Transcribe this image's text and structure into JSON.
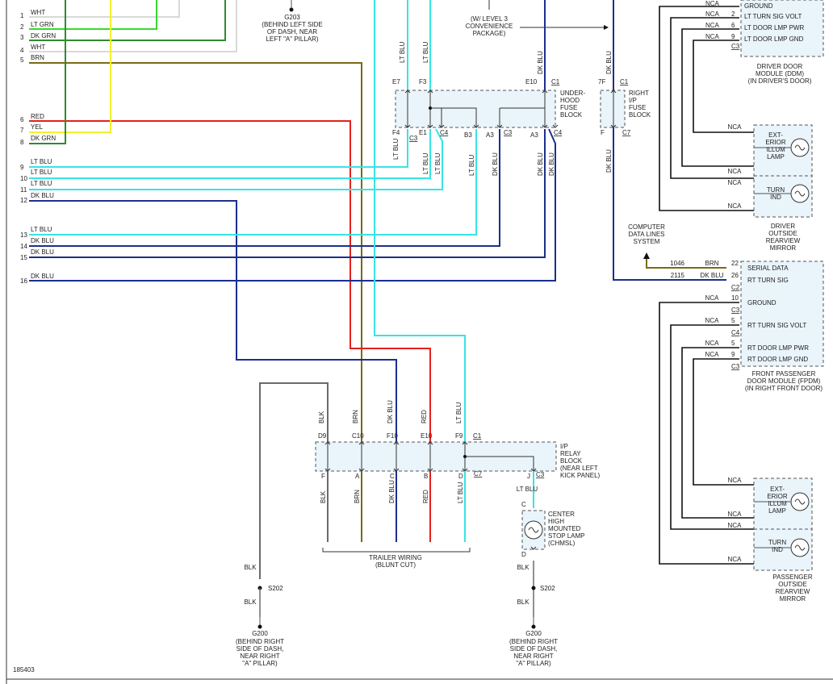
{
  "colors": {
    "WHT": "#d9d9d9",
    "LT GRN": "#39d82c",
    "DK GRN": "#2e8b2e",
    "BRN": "#7a6a16",
    "RED": "#e4201c",
    "YEL": "#f2f22a",
    "LT BLU": "#38e4e4",
    "DK BLU": "#1b2f8e",
    "BLK": "#6b6b6b",
    "NCA": "#111111"
  },
  "figure_id": "185403",
  "left_connector": {
    "pins": [
      {
        "num": "1",
        "color": "WHT"
      },
      {
        "num": "2",
        "color": "LT GRN"
      },
      {
        "num": "3",
        "color": "DK GRN"
      },
      {
        "num": "4",
        "color": "WHT"
      },
      {
        "num": "5",
        "color": "BRN"
      },
      {
        "num": "6",
        "color": "RED"
      },
      {
        "num": "7",
        "color": "YEL"
      },
      {
        "num": "8",
        "color": "DK GRN"
      },
      {
        "num": "9",
        "color": "LT BLU"
      },
      {
        "num": "10",
        "color": "LT BLU"
      },
      {
        "num": "11",
        "color": "LT BLU"
      },
      {
        "num": "12",
        "color": "DK BLU"
      },
      {
        "num": "13",
        "color": "LT BLU"
      },
      {
        "num": "14",
        "color": "DK BLU"
      },
      {
        "num": "15",
        "color": "DK BLU"
      },
      {
        "num": "16",
        "color": "DK BLU"
      }
    ]
  },
  "g203": {
    "name": "G203",
    "lines": [
      "(BEHIND LEFT SIDE",
      "OF DASH, NEAR",
      "LEFT \"A\" PILLAR)"
    ]
  },
  "note_level3": {
    "lines": [
      "(W/ LEVEL 3",
      "CONVENIENCE",
      "PACKAGE)"
    ]
  },
  "underhood": {
    "title": [
      "UNDER-",
      "HOOD",
      "FUSE",
      "BLOCK"
    ],
    "top": [
      {
        "pin": "E7",
        "wire": "LT BLU"
      },
      {
        "pin": "F3",
        "wire": "LT BLU"
      },
      {
        "pin": "E10",
        "conn": "C1",
        "wire": "DK BLU"
      }
    ],
    "bottom": [
      {
        "pin": "F4",
        "conn": "C3",
        "wire": "LT BLU"
      },
      {
        "pin": "E1",
        "conn": "C4",
        "wire": "LT BLU"
      },
      {
        "pin": "",
        "wire": "LT BLU"
      },
      {
        "pin": "B3",
        "wire": "LT BLU"
      },
      {
        "pin": "A3",
        "conn": "C3",
        "wire": "DK BLU"
      },
      {
        "pin": "A3",
        "conn": "C4",
        "wire": "DK BLU"
      },
      {
        "pin": "",
        "wire": "DK BLU"
      }
    ]
  },
  "right_ip": {
    "title": [
      "RIGHT",
      "I/P",
      "FUSE",
      "BLOCK"
    ],
    "top": {
      "pin": "7F",
      "conn": "C1",
      "wire": "DK BLU"
    },
    "bottom": {
      "pin": "F",
      "conn": "C7",
      "wire": "DK BLU"
    }
  },
  "ddm": {
    "name": [
      "DRIVER DOOR",
      "MODULE (DDM)",
      "(IN DRIVER'S DOOR)"
    ],
    "rows": [
      {
        "wire": "NCA",
        "pin": "",
        "label": "GROUND"
      },
      {
        "wire": "NCA",
        "pin": "2",
        "label": "LT TURN SIG VOLT"
      },
      {
        "wire": "NCA",
        "pin": "6",
        "label": "LT DOOR LMP PWR"
      },
      {
        "wire": "NCA",
        "pin": "9",
        "label": "LT DOOR LMP GND"
      }
    ],
    "conn": "C3"
  },
  "driver_mirror": {
    "name": [
      "DRIVER",
      "OUTSIDE",
      "REARVIEW",
      "MIRROR"
    ],
    "lamps": [
      {
        "label": [
          "EXT-",
          "ERIOR",
          "ILLUM",
          "LAMP"
        ]
      },
      {
        "label": [
          "TURN",
          "IND"
        ]
      }
    ],
    "wires": [
      "NCA",
      "NCA",
      "NCA",
      "NCA"
    ]
  },
  "cdl": {
    "lines": [
      "COMPUTER",
      "DATA LINES",
      "SYSTEM"
    ]
  },
  "fpdm": {
    "name": [
      "FRONT PASSENGER",
      "DOOR MODULE (FPDM)",
      "(IN RIGHT FRONT DOOR)"
    ],
    "rows": [
      {
        "circuit": "1046",
        "wire": "BRN",
        "pin": "22",
        "label": "SERIAL DATA",
        "conn": ""
      },
      {
        "circuit": "2115",
        "wire": "DK BLU",
        "pin": "26",
        "label": "RT TURN SIG",
        "conn": "C2"
      },
      {
        "circuit": "",
        "wire": "NCA",
        "pin": "10",
        "label": "GROUND",
        "conn": "C3"
      },
      {
        "circuit": "",
        "wire": "NCA",
        "pin": "5",
        "label": "RT TURN SIG VOLT",
        "conn": "C4"
      },
      {
        "circuit": "",
        "wire": "NCA",
        "pin": "5",
        "label": "RT DOOR LMP PWR",
        "conn": ""
      },
      {
        "circuit": "",
        "wire": "NCA",
        "pin": "9",
        "label": "RT DOOR LMP GND",
        "conn": "C3"
      }
    ]
  },
  "pass_mirror": {
    "name": [
      "PASSENGER",
      "OUTSIDE",
      "REARVIEW",
      "MIRROR"
    ],
    "lamps": [
      {
        "label": [
          "EXT-",
          "ERIOR",
          "ILLUM",
          "LAMP"
        ]
      },
      {
        "label": [
          "TURN",
          "IND"
        ]
      }
    ],
    "wires": [
      "NCA",
      "NCA",
      "NCA",
      "NCA"
    ]
  },
  "relay": {
    "title": [
      "I/P",
      "RELAY",
      "BLOCK",
      "(NEAR LEFT",
      "KICK PANEL)"
    ],
    "top": [
      {
        "pin": "D9",
        "wire": "BLK"
      },
      {
        "pin": "C10",
        "wire": "BRN"
      },
      {
        "pin": "F10",
        "wire": "DK BLU"
      },
      {
        "pin": "E10",
        "wire": "RED"
      },
      {
        "pin": "F9",
        "conn": "C1",
        "wire": "LT BLU"
      }
    ],
    "bottom": [
      {
        "pin": "F",
        "wire": "BLK"
      },
      {
        "pin": "A",
        "wire": "BRN"
      },
      {
        "pin": "C",
        "wire": "DK BLU"
      },
      {
        "pin": "B",
        "wire": "RED"
      },
      {
        "pin": "D",
        "conn": "C7",
        "wire": "LT BLU"
      },
      {
        "pin": "J",
        "conn": "C3",
        "wire": "LT BLU"
      }
    ]
  },
  "trailer": {
    "lines": [
      "TRAILER WIRING",
      "(BLUNT CUT)"
    ]
  },
  "chmsl": {
    "lines": [
      "CENTER",
      "HIGH",
      "MOUNTED",
      "STOP LAMP",
      "(CHMSL)"
    ],
    "pin_top": "C",
    "pin_bottom": "D"
  },
  "splice_left": {
    "wire_top": "BLK",
    "name": "S202",
    "wire_bottom": "BLK"
  },
  "splice_right": {
    "wire_top": "BLK",
    "name": "S202",
    "wire_bottom": "BLK"
  },
  "g200_left": {
    "name": "G200",
    "lines": [
      "(BEHIND RIGHT",
      "SIDE OF DASH,",
      "NEAR RIGHT",
      "\"A\" PILLAR)"
    ]
  },
  "g200_right": {
    "name": "G200",
    "lines": [
      "(BEHIND RIGHT",
      "SIDE OF DASH,",
      "NEAR RIGHT",
      "\"A\" PILLAR)"
    ]
  }
}
